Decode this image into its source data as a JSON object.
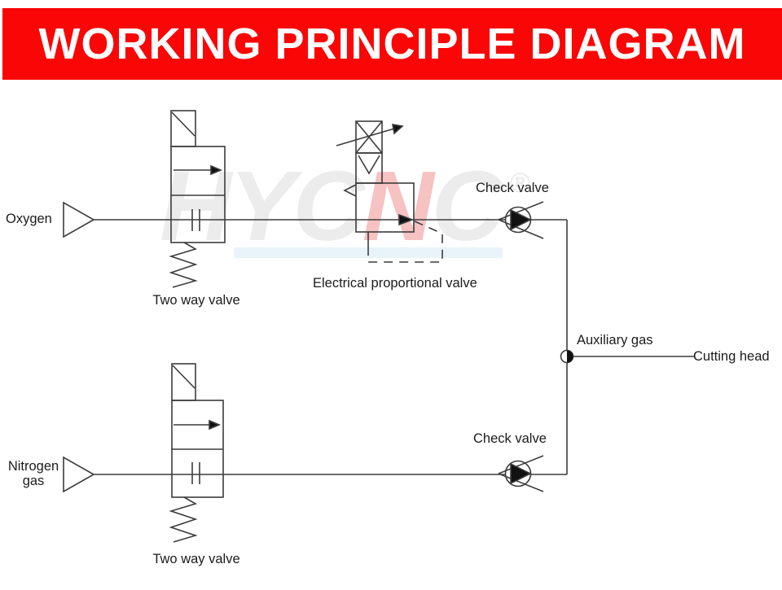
{
  "banner": {
    "title": "WORKING PRINCIPLE DIAGRAM"
  },
  "watermark": {
    "part1": "HYC",
    "part2": "N",
    "part3": "C",
    "registered": "®"
  },
  "labels": {
    "oxygen": "Oxygen",
    "nitrogen_line1": "Nitrogen",
    "nitrogen_line2": "gas",
    "two_way_valve_top": "Two way valve",
    "two_way_valve_bottom": "Two way valve",
    "electrical_proportional_valve": "Electrical proportional valve",
    "check_valve_top": "Check valve",
    "check_valve_bottom": "Check valve",
    "auxiliary_gas": "Auxiliary gas",
    "cutting_head": "Cutting head"
  },
  "colors": {
    "banner_bg": "#fa0606",
    "banner_text": "#ffffff",
    "line": "#3c3c3c",
    "text": "#1b1b1b",
    "watermark_gray": "#ececec",
    "watermark_pink": "#f6c2c2",
    "watermark_band_blue": "#e9f3fa"
  }
}
